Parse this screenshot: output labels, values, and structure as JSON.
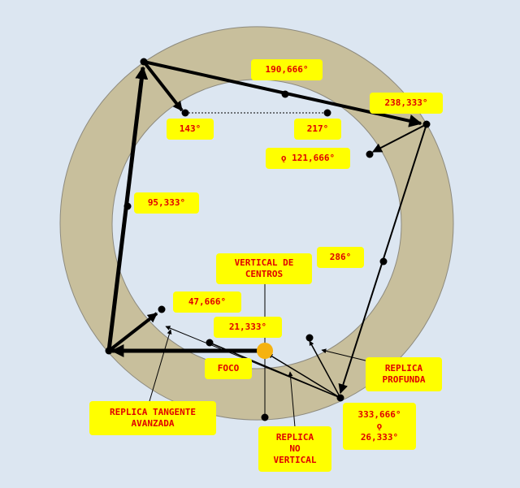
{
  "colors": {
    "background": "#dce6f1",
    "ring": "#c8bf9c",
    "ring_edge": "#8d8a7e",
    "label_bg": "#ffff00",
    "label_text": "#e00000",
    "foco": "#f5b20f",
    "lines": "#000000"
  },
  "labels": {
    "angle_190": "190,666°",
    "angle_238": "238,333°",
    "angle_143": "143°",
    "angle_217": "217°",
    "angle_121": "ǫ 121,666°",
    "angle_95": "95,333°",
    "angle_286": "286°",
    "vertical_centros": "VERTICAL DE\nCENTROS",
    "angle_47": "47,666°",
    "angle_21": "21,333°",
    "foco": "FOCO",
    "replica_profunda": "REPLICA\nPROFUNDA",
    "replica_tangente": "REPLICA TANGENTE\nAVANZADA",
    "replica_no_vertical": "REPLICA\nNO\nVERTICAL",
    "angle_333": "333,666°\nǫ\n26,333°"
  }
}
